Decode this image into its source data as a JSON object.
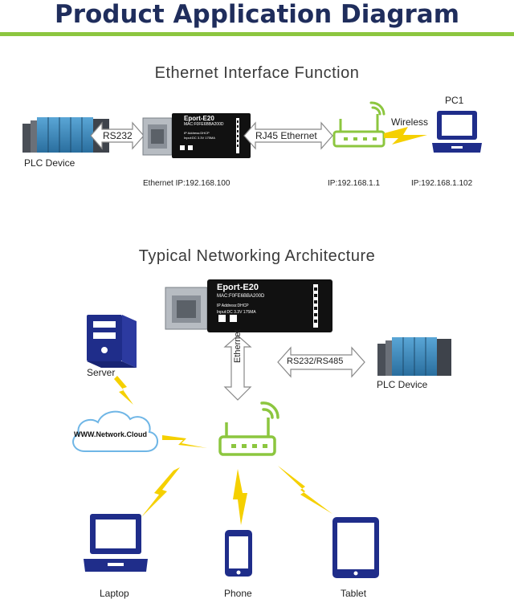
{
  "title": "Product Application Diagram",
  "section1": {
    "title": "Ethernet Interface Function",
    "plc_label": "PLC Device",
    "rs232": "RS232",
    "rj45": "RJ45 Ethernet",
    "wireless": "Wireless",
    "pc_label": "PC1",
    "ip_module": "Ethernet IP:192.168.100",
    "ip_router": "IP:192.168.1.1",
    "ip_pc": "IP:192.168.1.102"
  },
  "module": {
    "model": "Eport-E20",
    "mac": "MAC:F0FE6BBA200D",
    "line1": "IP Address:DHCP",
    "line2": "Input:DC 3.3V   175MA"
  },
  "section2": {
    "title": "Typical Networking Architecture",
    "server_label": "Server",
    "cloud_label": "WWW.Network.Cloud",
    "ethernet": "Ethernet",
    "rs232_485": "RS232/RS485",
    "plc_label": "PLC Device",
    "laptop_label": "Laptop",
    "phone_label": "Phone",
    "tablet_label": "Tablet"
  },
  "colors": {
    "title": "#1f2d5c",
    "accent_green": "#8cc63f",
    "device_navy": "#1f2d8a",
    "bolt": "#f5d000"
  }
}
